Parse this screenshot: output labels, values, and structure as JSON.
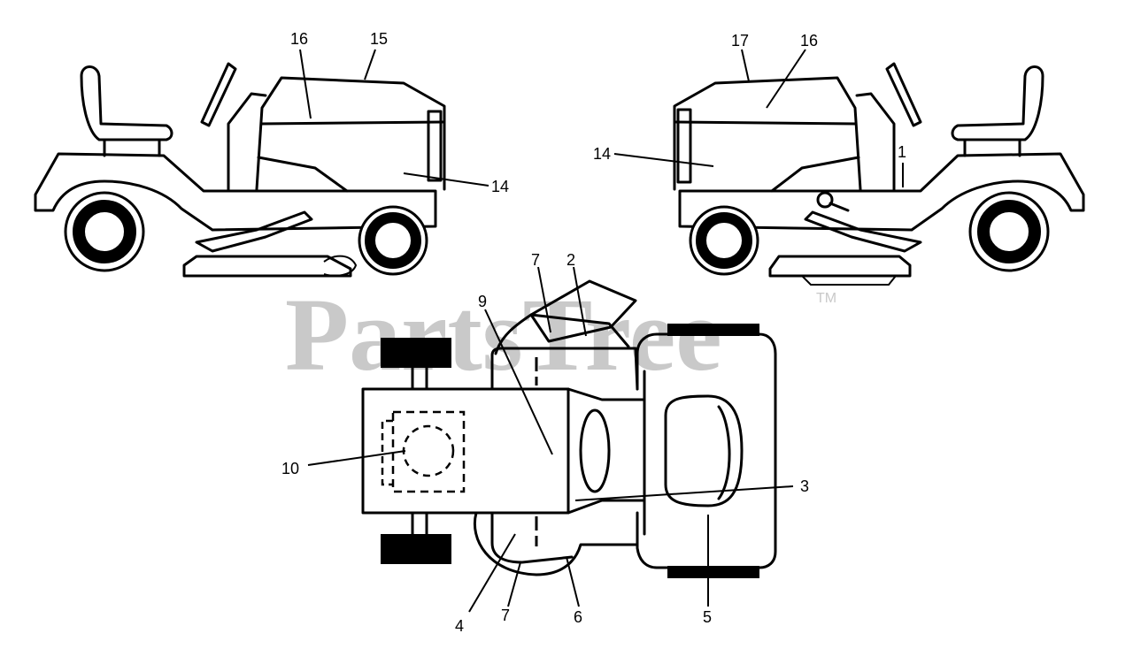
{
  "watermark": {
    "text": "PartsTree",
    "trademark": "TM"
  },
  "callouts": {
    "left_view": {
      "c16": "16",
      "c15": "15",
      "c14": "14"
    },
    "right_view": {
      "c17": "17",
      "c16": "16",
      "c14": "14",
      "c1": "1"
    },
    "top_view": {
      "c7_top": "7",
      "c2": "2",
      "c9": "9",
      "c10": "10",
      "c3": "3",
      "c4": "4",
      "c7_bottom": "7",
      "c6": "6",
      "c5": "5"
    }
  },
  "colors": {
    "line": "#000000",
    "watermark": "#c9c9c9",
    "background": "#ffffff"
  }
}
